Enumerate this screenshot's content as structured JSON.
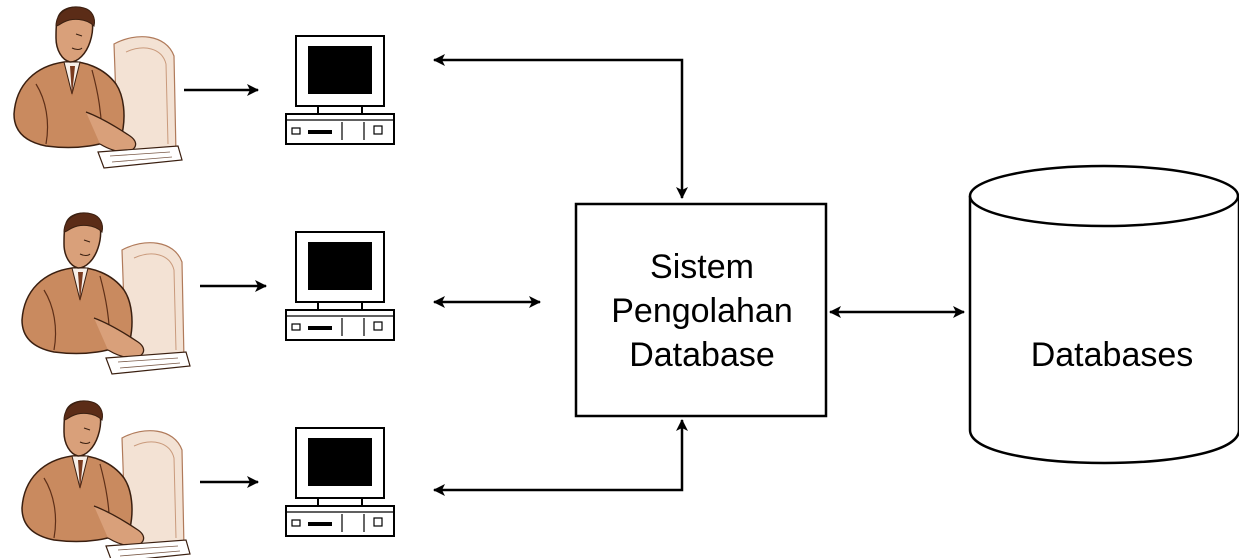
{
  "diagram": {
    "process_box": {
      "lines": [
        "Sistem",
        "Pengolahan",
        "Database"
      ]
    },
    "database": {
      "label": "Databases"
    },
    "users": [
      {
        "id": "user-1"
      },
      {
        "id": "user-2"
      },
      {
        "id": "user-3"
      }
    ],
    "colors": {
      "stroke": "#000000",
      "skin": "#c98a5f",
      "skin_shade": "#8c4b2a",
      "monitor_ghost": "#f3e2d4",
      "screen": "#000000"
    },
    "icons": [
      "person-at-computer-icon",
      "desktop-computer-icon",
      "database-cylinder-icon"
    ]
  }
}
